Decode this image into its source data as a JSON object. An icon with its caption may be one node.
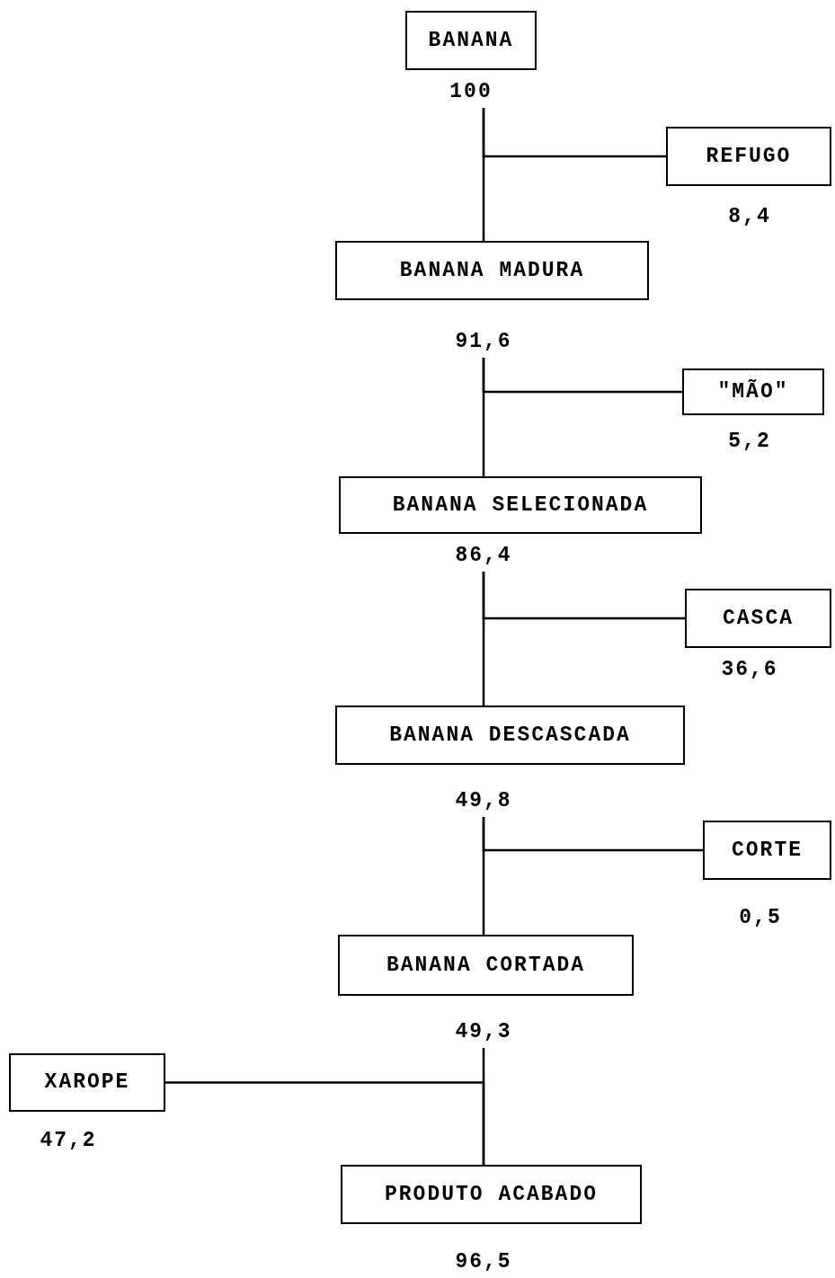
{
  "diagram": {
    "nodes": [
      {
        "text": [
          "BANANA"
        ],
        "beside": [
          "100"
        ]
      },
      {
        "text": [
          "REFUGO"
        ],
        "beside": [
          "8,4"
        ]
      },
      {
        "text": [
          "BANANA MADURA"
        ],
        "beside": [
          "91,6"
        ]
      },
      {
        "text": [
          "\"MÃO\""
        ],
        "beside": [
          "5,2"
        ]
      },
      {
        "text": [
          "BANANA SELECIONADA"
        ],
        "beside": [
          "86,4"
        ]
      },
      {
        "text": [
          "CASCA"
        ],
        "beside": [
          "36,6"
        ]
      },
      {
        "text": [
          "BANANA DESCASCADA"
        ],
        "beside": [
          "49,8"
        ]
      },
      {
        "text": [
          "CORTE"
        ],
        "beside": [
          "0,5"
        ]
      },
      {
        "text": [
          "BANANA CORTADA"
        ],
        "beside": [
          "49,3"
        ]
      },
      {
        "text": [
          "XAROPE"
        ],
        "beside": [
          "47,2"
        ]
      },
      {
        "text": [
          "PRODUTO ACABADO"
        ],
        "beside": [
          "96,5"
        ]
      }
    ],
    "edges": [
      {
        "from": 0,
        "to": 2,
        "arrow": "none"
      },
      {
        "from": 0,
        "to": 1,
        "arrow": "none"
      },
      {
        "from": 2,
        "to": 4,
        "arrow": "none"
      },
      {
        "from": 2,
        "to": 3,
        "arrow": "none"
      },
      {
        "from": 4,
        "to": 6,
        "arrow": "none"
      },
      {
        "from": 4,
        "to": 5,
        "arrow": "none"
      },
      {
        "from": 6,
        "to": 8,
        "arrow": "none"
      },
      {
        "from": 6,
        "to": 7,
        "arrow": "none"
      },
      {
        "from": 8,
        "to": 10,
        "arrow": "none"
      },
      {
        "from": 9,
        "to": 10,
        "arrow": "none"
      }
    ]
  }
}
